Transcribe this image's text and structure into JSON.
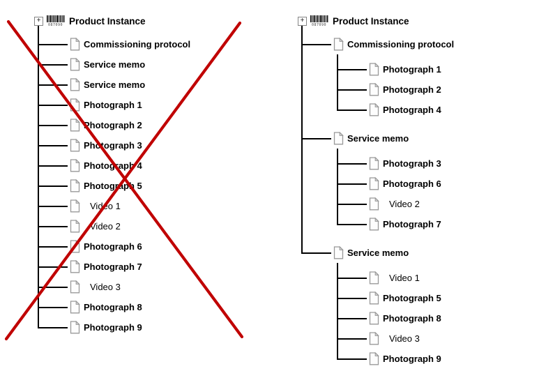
{
  "left_tree": {
    "root": {
      "label": "Product Instance"
    },
    "items": [
      {
        "label": "Commissioning protocol",
        "kind": "document"
      },
      {
        "label": "Service memo",
        "kind": "document"
      },
      {
        "label": "Service memo",
        "kind": "document"
      },
      {
        "label": "Photograph 1",
        "kind": "photograph"
      },
      {
        "label": "Photograph 2",
        "kind": "photograph"
      },
      {
        "label": "Photograph 3",
        "kind": "photograph"
      },
      {
        "label": "Photograph 4",
        "kind": "photograph"
      },
      {
        "label": "Photograph 5",
        "kind": "photograph"
      },
      {
        "label": "Video 1",
        "kind": "video"
      },
      {
        "label": "Video 2",
        "kind": "video"
      },
      {
        "label": "Photograph 6",
        "kind": "photograph"
      },
      {
        "label": "Photograph 7",
        "kind": "photograph"
      },
      {
        "label": "Video 3",
        "kind": "video"
      },
      {
        "label": "Photograph 8",
        "kind": "photograph"
      },
      {
        "label": "Photograph 9",
        "kind": "photograph"
      }
    ]
  },
  "right_tree": {
    "root": {
      "label": "Product Instance"
    },
    "groups": [
      {
        "label": "Commissioning protocol",
        "kind": "document",
        "children": [
          {
            "label": "Photograph 1",
            "kind": "photograph"
          },
          {
            "label": "Photograph 2",
            "kind": "photograph"
          },
          {
            "label": "Photograph 4",
            "kind": "photograph"
          }
        ]
      },
      {
        "label": "Service memo",
        "kind": "document",
        "children": [
          {
            "label": "Photograph 3",
            "kind": "photograph"
          },
          {
            "label": "Photograph 6",
            "kind": "photograph"
          },
          {
            "label": "Video 2",
            "kind": "video"
          },
          {
            "label": "Photograph 7",
            "kind": "photograph"
          }
        ]
      },
      {
        "label": "Service memo",
        "kind": "document",
        "children": [
          {
            "label": "Video 1",
            "kind": "video"
          },
          {
            "label": "Photograph 5",
            "kind": "photograph"
          },
          {
            "label": "Photograph 8",
            "kind": "photograph"
          },
          {
            "label": "Video 3",
            "kind": "video"
          },
          {
            "label": "Photograph 9",
            "kind": "photograph"
          }
        ]
      }
    ]
  },
  "annotation": {
    "shape": "cross-out-x",
    "color": "#c00000",
    "covers": "left_tree"
  },
  "icons": {
    "expand_glyph": "+",
    "barcode_digits": "087090",
    "document_icon": "document-icon",
    "barcode_icon": "barcode-icon"
  },
  "line_color": "#000000"
}
